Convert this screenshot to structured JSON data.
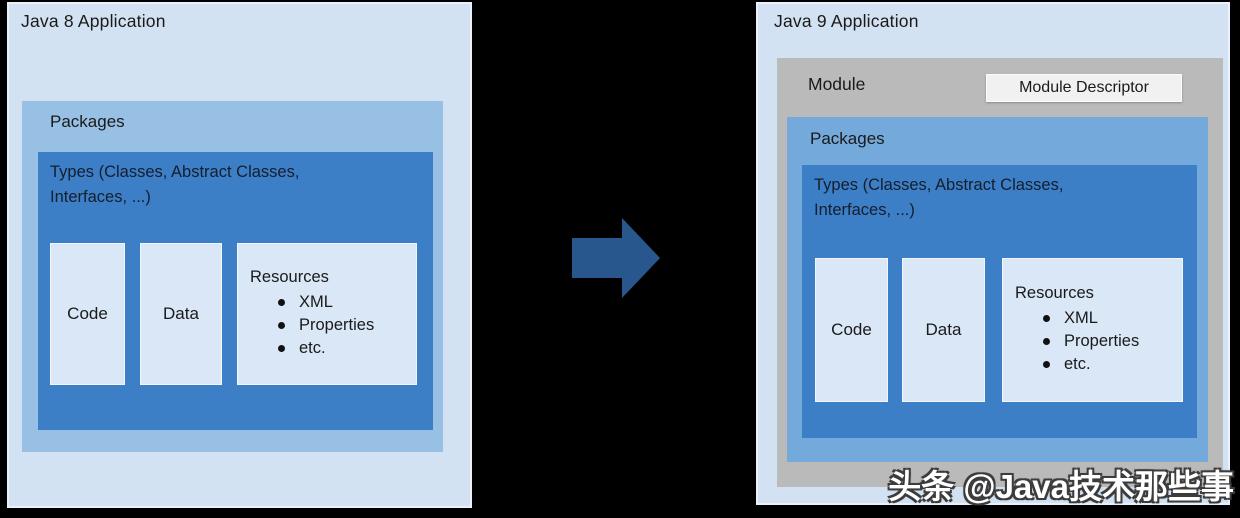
{
  "colors": {
    "canvas-bg": "#000000",
    "panel-bg": "#d2e2f2",
    "panel-border": "#eaf1fa",
    "packages-left-bg": "#98c0e4",
    "packages-right-bg": "#74a9db",
    "types-bg": "#3d7fc6",
    "inner-box-bg": "#d9e7f6",
    "module-bg": "#bababa",
    "descriptor-bg": "#f1f1f1",
    "arrow-fill": "#28578e",
    "text-color": "#1a1a1a",
    "watermark-color": "#ffffff",
    "watermark-outline": "#3c3c3c"
  },
  "left_panel": {
    "title": "Java 8 Application",
    "packages_label": "Packages",
    "types_label": "Types (Classes, Abstract Classes, Interfaces, ...)",
    "code_label": "Code",
    "data_label": "Data",
    "resources": {
      "title": "Resources",
      "items": [
        "XML",
        "Properties",
        "etc."
      ]
    }
  },
  "arrow": {
    "direction": "right"
  },
  "right_panel": {
    "title": "Java 9 Application",
    "module_label": "Module",
    "module_descriptor_label": "Module Descriptor",
    "packages_label": "Packages",
    "types_label": "Types (Classes, Abstract Classes, Interfaces, ...)",
    "code_label": "Code",
    "data_label": "Data",
    "resources": {
      "title": "Resources",
      "items": [
        "XML",
        "Properties",
        "etc."
      ]
    }
  },
  "watermark": "头条 @Java技术那些事"
}
